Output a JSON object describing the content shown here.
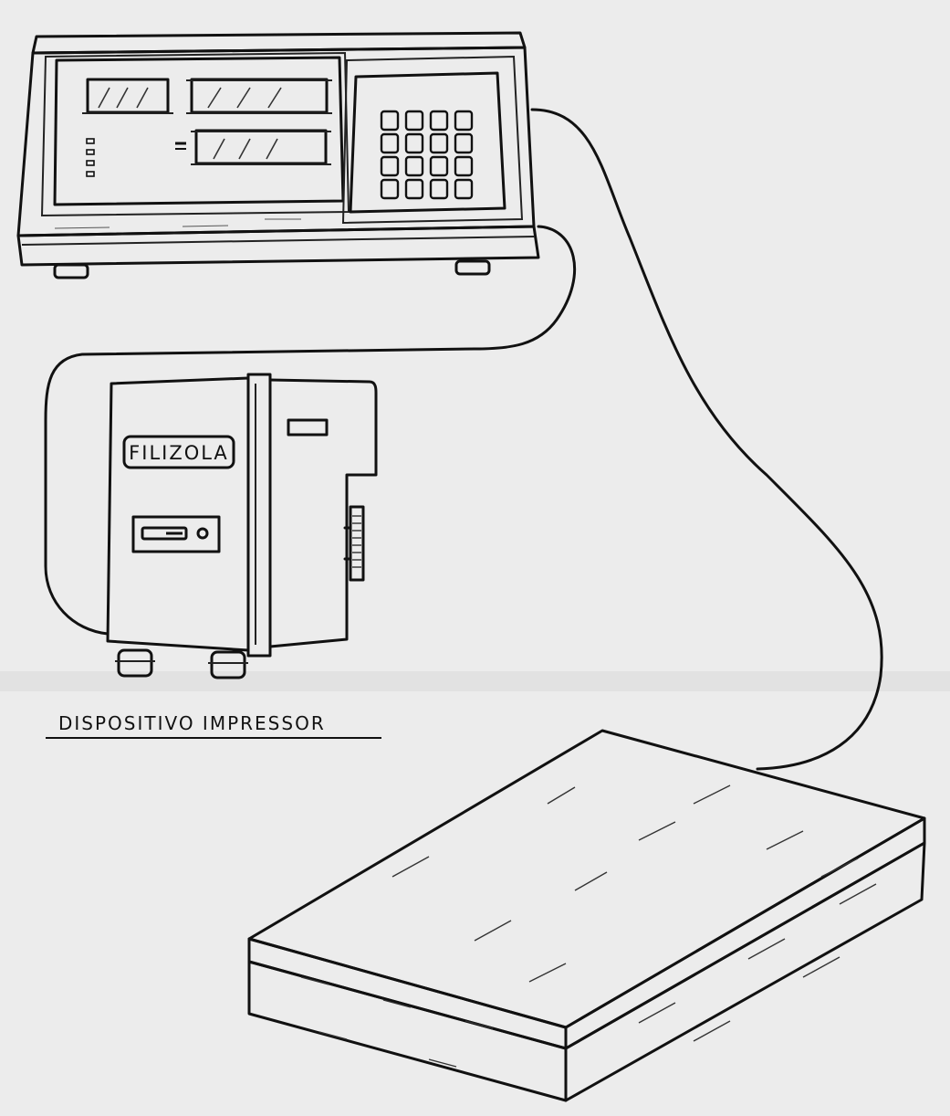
{
  "labels": {
    "brand": "FILIZOLA",
    "caption": "DISPOSITIVO IMPRESSOR"
  },
  "colors": {
    "paper": "#ececec",
    "ink": "#111111"
  },
  "components": [
    {
      "id": "indicator",
      "icon": "weighing-indicator-icon"
    },
    {
      "id": "printer",
      "icon": "printer-icon"
    },
    {
      "id": "platform",
      "icon": "scale-platform-icon"
    }
  ],
  "indicator_keypad": {
    "rows": 4,
    "cols": 4
  }
}
